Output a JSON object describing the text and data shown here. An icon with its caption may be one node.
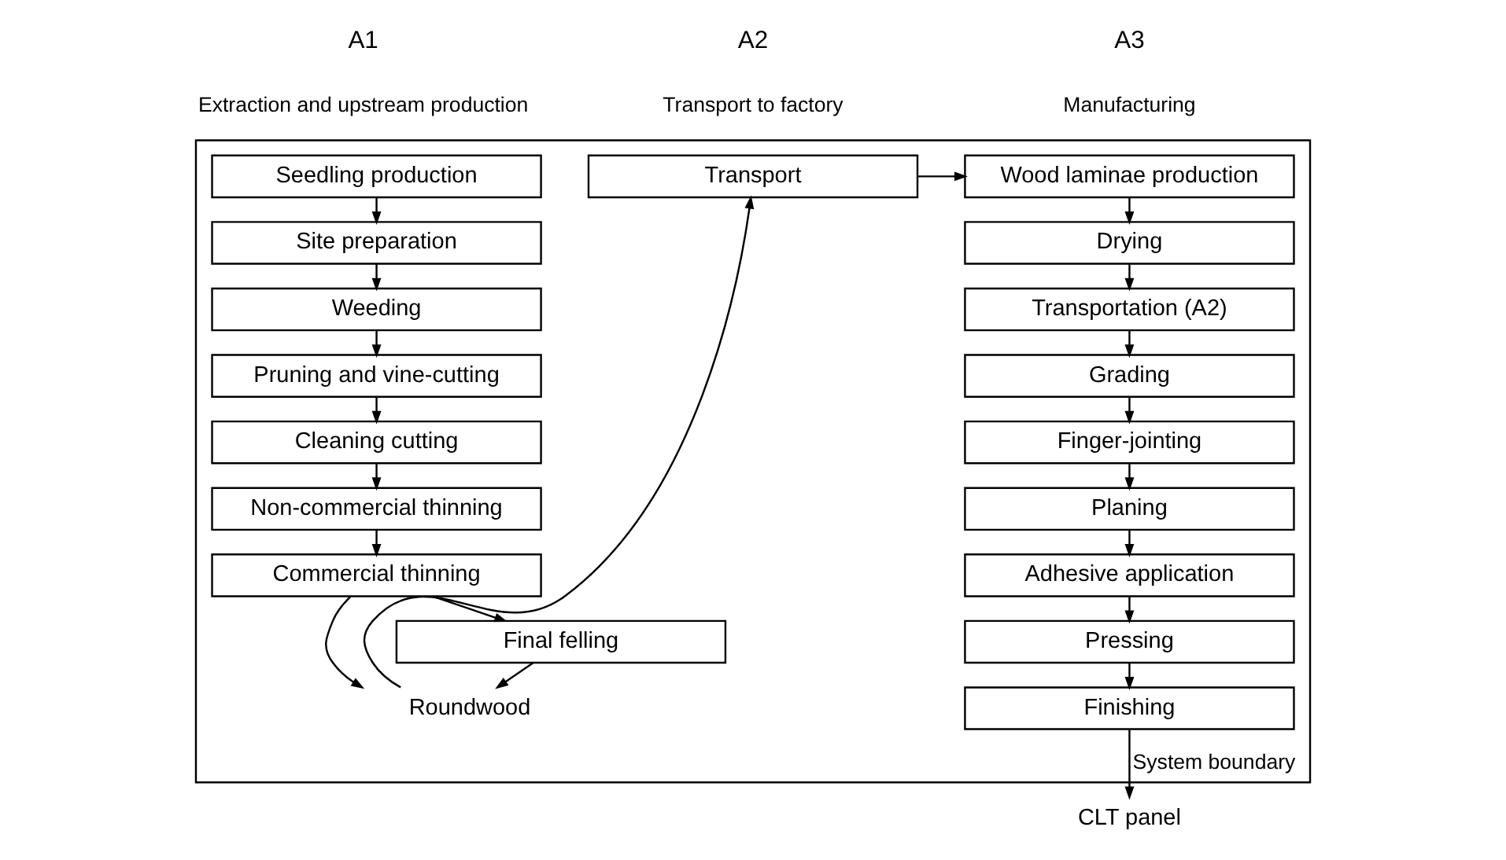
{
  "diagram": {
    "nodes": [
      {
        "text": [
          "System boundary"
        ]
      },
      {
        "text": [
          "Seedling production"
        ],
        "in": 0
      },
      {
        "text": [
          "Site preparation"
        ],
        "in": 0
      },
      {
        "text": [
          "Weeding"
        ],
        "in": 0
      },
      {
        "text": [
          "Pruning and vine-cutting"
        ],
        "in": 0
      },
      {
        "text": [
          "Cleaning cutting"
        ],
        "in": 0
      },
      {
        "text": [
          "Non-commercial thinning"
        ],
        "in": 0
      },
      {
        "text": [
          "Commercial thinning"
        ],
        "in": 0
      },
      {
        "text": [
          "Final felling"
        ],
        "in": 0
      },
      {
        "text": [
          "Roundwood"
        ],
        "in": 0
      },
      {
        "text": [
          "Transport"
        ],
        "in": 0
      },
      {
        "text": [
          "Wood laminae production"
        ],
        "in": 0
      },
      {
        "text": [
          "Drying"
        ],
        "in": 0
      },
      {
        "text": [
          "Transportation (A2)"
        ],
        "in": 0
      },
      {
        "text": [
          "Grading"
        ],
        "in": 0
      },
      {
        "text": [
          "Finger-jointing"
        ],
        "in": 0
      },
      {
        "text": [
          "Planing"
        ],
        "in": 0
      },
      {
        "text": [
          "Adhesive application"
        ],
        "in": 0
      },
      {
        "text": [
          "Pressing"
        ],
        "in": 0
      },
      {
        "text": [
          "Finishing"
        ],
        "in": 0
      },
      {
        "text": [
          "CLT panel"
        ]
      }
    ],
    "edges": [
      {
        "from": 1,
        "to": 2,
        "arrow": "to"
      },
      {
        "from": 2,
        "to": 3,
        "arrow": "to"
      },
      {
        "from": 3,
        "to": 4,
        "arrow": "to"
      },
      {
        "from": 4,
        "to": 5,
        "arrow": "to"
      },
      {
        "from": 5,
        "to": 6,
        "arrow": "to"
      },
      {
        "from": 6,
        "to": 7,
        "arrow": "to"
      },
      {
        "from": 7,
        "to": 8,
        "arrow": "to"
      },
      {
        "from": 7,
        "to": 9,
        "arrow": "to"
      },
      {
        "from": 8,
        "to": 9,
        "arrow": "to"
      },
      {
        "from": 9,
        "to": 10,
        "arrow": "to"
      },
      {
        "from": 10,
        "to": 11,
        "arrow": "to"
      },
      {
        "from": 11,
        "to": 12,
        "arrow": "to"
      },
      {
        "from": 12,
        "to": 13,
        "arrow": "to"
      },
      {
        "from": 13,
        "to": 14,
        "arrow": "to"
      },
      {
        "from": 14,
        "to": 15,
        "arrow": "to"
      },
      {
        "from": 15,
        "to": 16,
        "arrow": "to"
      },
      {
        "from": 16,
        "to": 17,
        "arrow": "to"
      },
      {
        "from": 17,
        "to": 18,
        "arrow": "to"
      },
      {
        "from": 18,
        "to": 19,
        "arrow": "to"
      },
      {
        "from": 19,
        "to": 20,
        "arrow": "to"
      }
    ],
    "labels": [
      "A1",
      "Extraction and upstream production",
      "A2",
      "Transport to factory",
      "A3",
      "Manufacturing"
    ]
  }
}
